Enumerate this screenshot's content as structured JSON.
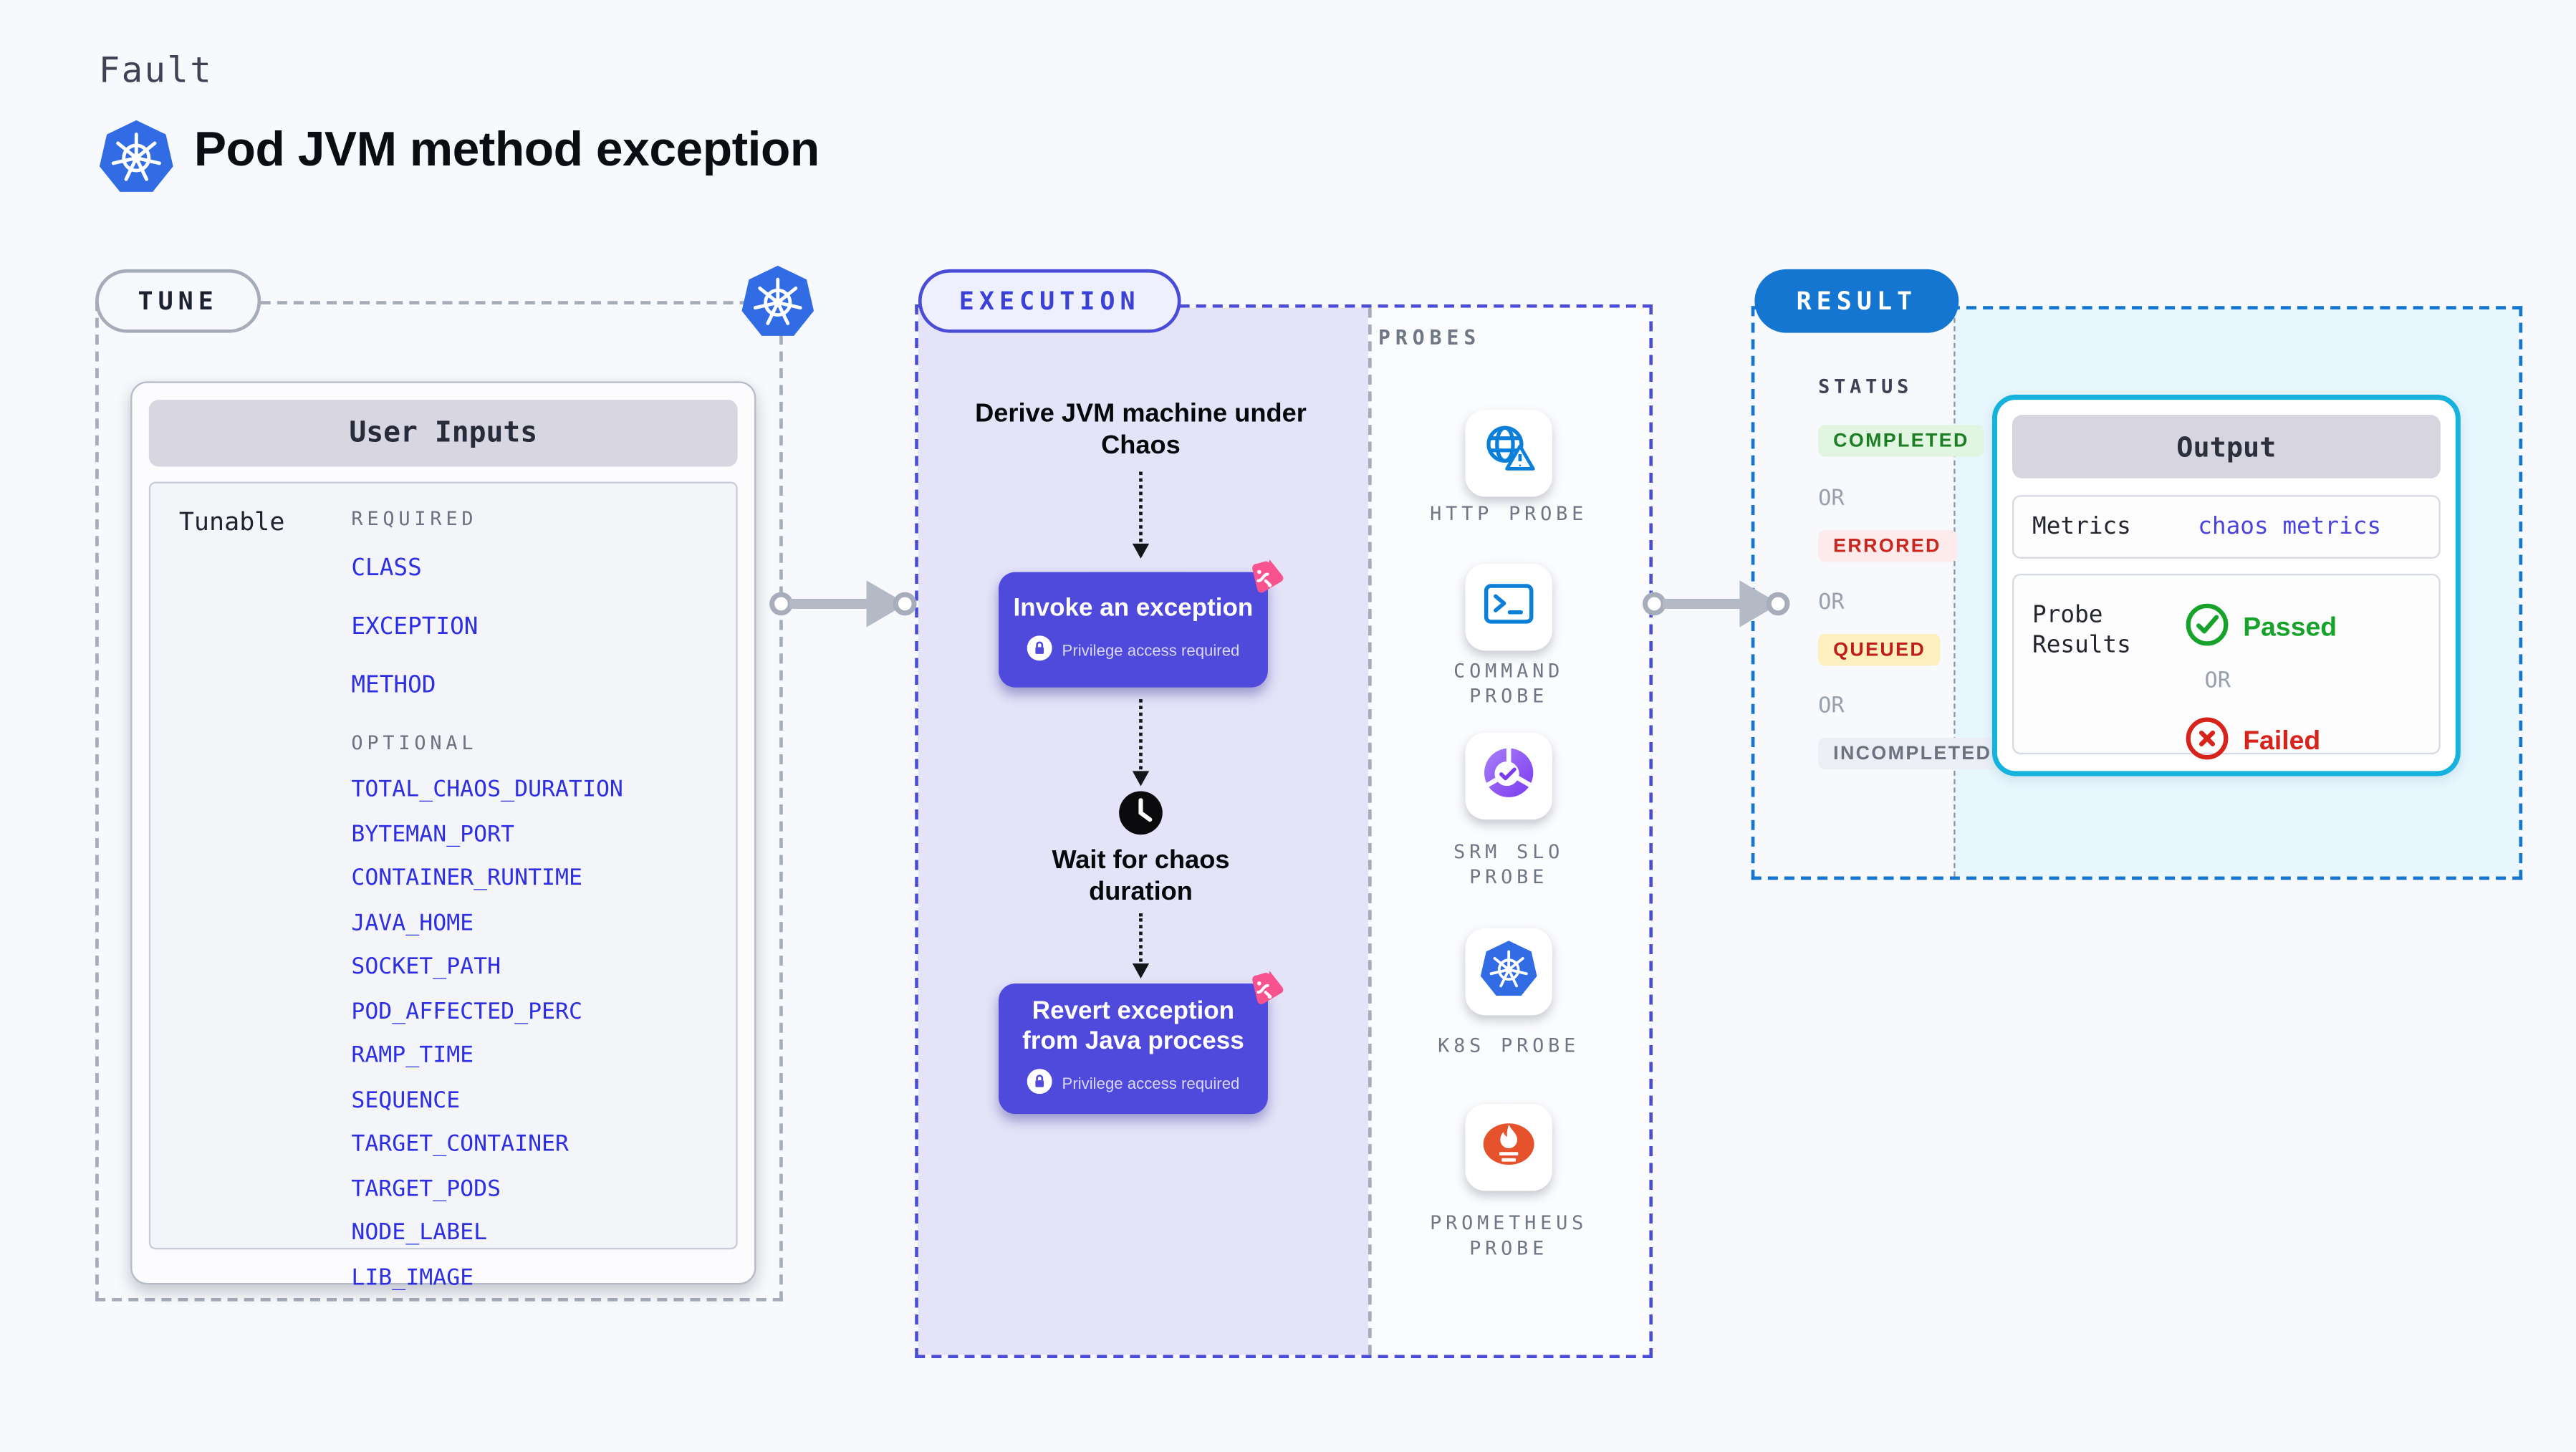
{
  "header": {
    "kicker": "Fault",
    "title": "Pod JVM method exception"
  },
  "tune": {
    "badge": "TUNE",
    "user_inputs_title": "User Inputs",
    "tunable_label": "Tunable",
    "required_label": "REQUIRED",
    "required_items": [
      "CLASS",
      "EXCEPTION",
      "METHOD"
    ],
    "optional_label": "OPTIONAL",
    "optional_items": [
      "TOTAL_CHAOS_DURATION",
      "BYTEMAN_PORT",
      "CONTAINER_RUNTIME",
      "JAVA_HOME",
      "SOCKET_PATH",
      "POD_AFFECTED_PERC",
      "RAMP_TIME",
      "SEQUENCE",
      "TARGET_CONTAINER",
      "TARGET_PODS",
      "NODE_LABEL",
      "LIB_IMAGE"
    ]
  },
  "execution": {
    "badge": "EXECUTION",
    "step_derive": "Derive JVM machine under Chaos",
    "step_invoke": "Invoke an exception",
    "privilege_note": "Privilege access required",
    "step_wait": "Wait for chaos duration",
    "step_revert": "Revert exception from Java process"
  },
  "probes": {
    "label": "PROBES",
    "items": [
      {
        "label": "HTTP PROBE",
        "icon": "globe-alert-icon"
      },
      {
        "label": "COMMAND PROBE",
        "icon": "terminal-icon"
      },
      {
        "label": "SRM SLO PROBE",
        "icon": "slo-gauge-icon"
      },
      {
        "label": "K8S PROBE",
        "icon": "kubernetes-icon"
      },
      {
        "label": "PROMETHEUS PROBE",
        "icon": "prometheus-flame-icon"
      }
    ]
  },
  "result": {
    "badge": "RESULT",
    "status_label": "STATUS",
    "or_label": "OR",
    "statuses": [
      {
        "label": "COMPLETED",
        "color": "#1c7e24",
        "bg": "#e1f5e1"
      },
      {
        "label": "ERRORED",
        "color": "#c8281f",
        "bg": "#fcebea"
      },
      {
        "label": "QUEUED",
        "color": "#bf1d1c",
        "bg": "#fdefbe"
      },
      {
        "label": "INCOMPLETED",
        "color": "#6c7280",
        "bg": "#eceef5"
      }
    ],
    "output": {
      "title": "Output",
      "metrics_label": "Metrics",
      "metrics_value": "chaos metrics",
      "probe_results_label": "Probe Results",
      "passed_label": "Passed",
      "or_label": "OR",
      "failed_label": "Failed"
    }
  },
  "colors": {
    "page_bg": "#f7f9fc",
    "kubernetes_blue": "#326ce5",
    "indigo_accent": "#4a4cd8",
    "indigo_button": "#4f49dc",
    "lavender_panel": "#e4e3f8",
    "pink_chaos": "#f8538e",
    "result_blue": "#1576d2",
    "cyan_border": "#15b2de",
    "cyan_panel": "#e8f6fd",
    "probe_icon_blue": "#0c80d8",
    "slo_purple": "#7a3bf0",
    "prometheus_orange": "#e6522c",
    "passed_green": "#17a32b",
    "failed_red": "#d6241c",
    "tunable_item_blue": "#2e2ee2"
  }
}
